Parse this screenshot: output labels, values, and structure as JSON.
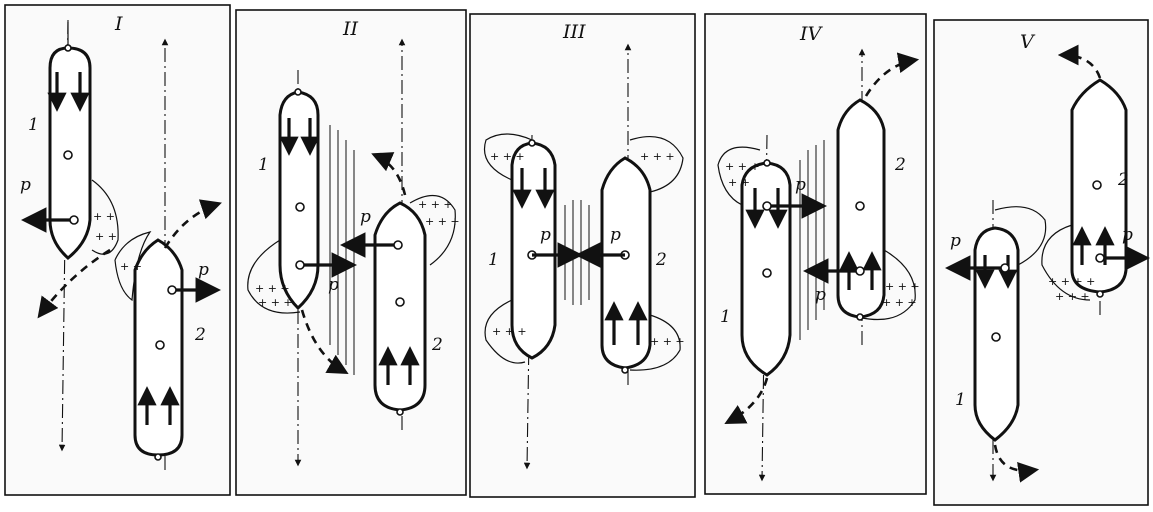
{
  "figure": {
    "panels": [
      {
        "id": "I",
        "numeral": "I",
        "ship1": "1",
        "ship2": "2",
        "force": "p"
      },
      {
        "id": "II",
        "numeral": "II",
        "ship1": "1",
        "ship2": "2",
        "force": "p"
      },
      {
        "id": "III",
        "numeral": "III",
        "ship1": "1",
        "ship2": "2",
        "force": "p"
      },
      {
        "id": "IV",
        "numeral": "IV",
        "ship1": "1",
        "ship2": "2",
        "force": "p"
      },
      {
        "id": "V",
        "numeral": "V",
        "ship1": "1",
        "ship2": "2",
        "force": "p"
      }
    ],
    "colors": {
      "ink": "#111111",
      "paper": "#ffffff"
    }
  }
}
